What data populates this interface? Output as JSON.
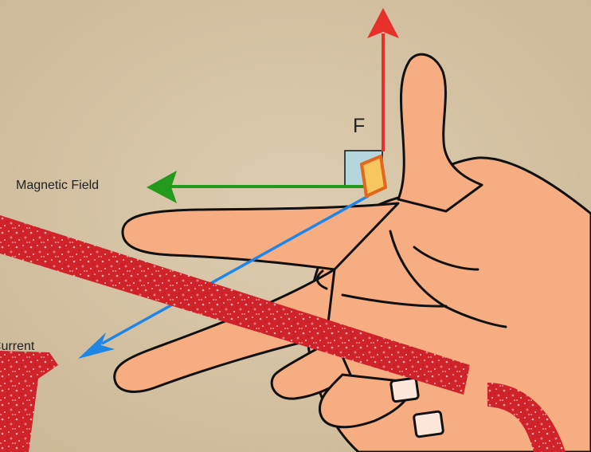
{
  "labels": {
    "force": "F",
    "field": "Magnetic Field",
    "current": "Current"
  },
  "colors": {
    "background": "#d8c6a9",
    "skin": "#f7ad82",
    "outline": "#111111",
    "force_arrow": "#e8302a",
    "field_arrow": "#249a1c",
    "current_arrow": "#1f86e6",
    "wire": "#d0242c",
    "conductor_fill": "#f7c65e",
    "conductor_outline": "#e3681b",
    "right_angle_box": "#b6d6dd"
  }
}
